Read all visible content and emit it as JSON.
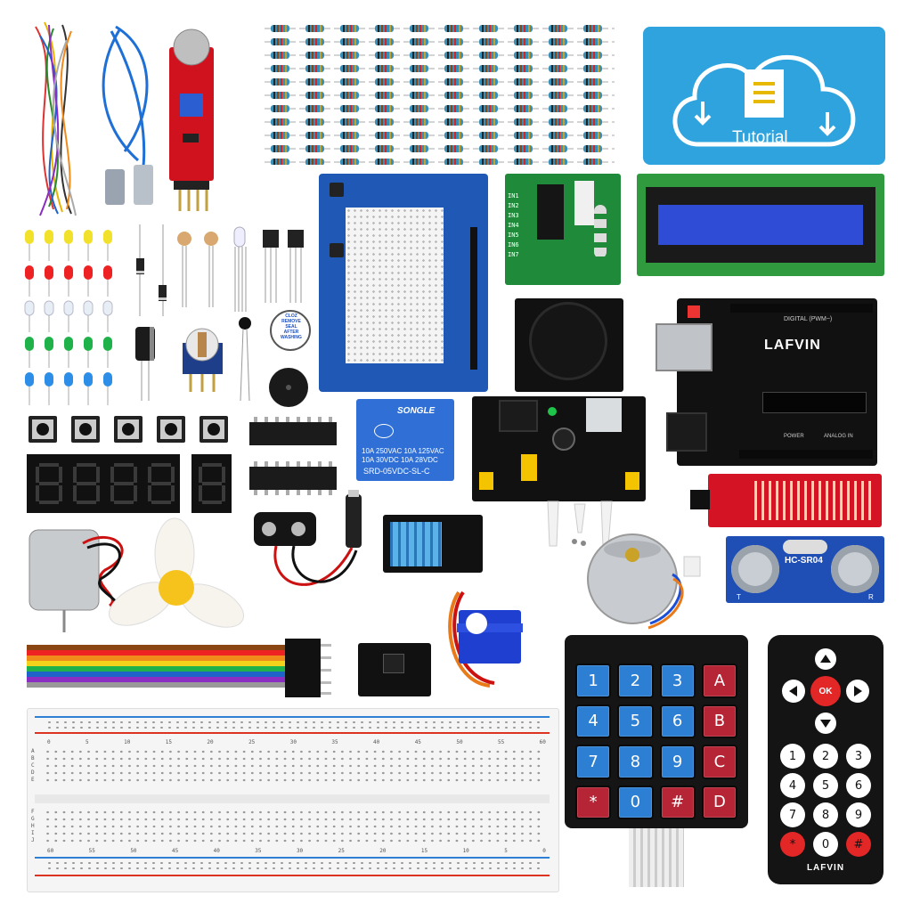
{
  "tutorial": {
    "label": "Tutorial"
  },
  "arduino": {
    "brand": "LAFVIN",
    "digital_label": "DIGITAL (PWM~)",
    "power_label": "POWER",
    "analog_label": "ANALOG IN"
  },
  "relay": {
    "brand": "SONGLE",
    "line1": "10A 250VAC  10A 125VAC",
    "line2": "10A 30VDC  10A 28VDC",
    "model": "SRD-05VDC-SL-C"
  },
  "ultrasonic": {
    "model": "HC-SR04",
    "pin_t": "T",
    "pin_r": "R"
  },
  "buzzer_sticker": {
    "line1": "CLOZ",
    "line2": "REMOVE",
    "line3": "SEAL",
    "line4": "AFTER",
    "line5": "WASHING"
  },
  "stepper_driver": {
    "pins": [
      "IN1",
      "IN2",
      "IN3",
      "IN4",
      "IN5",
      "IN6",
      "IN7"
    ]
  },
  "keypad": {
    "keys": [
      "1",
      "2",
      "3",
      "A",
      "4",
      "5",
      "6",
      "B",
      "7",
      "8",
      "9",
      "C",
      "*",
      "0",
      "#",
      "D"
    ]
  },
  "remote": {
    "ok": "OK",
    "keys": [
      "1",
      "2",
      "3",
      "4",
      "5",
      "6",
      "7",
      "8",
      "9",
      "*",
      "0",
      "#"
    ],
    "brand": "LAFVIN"
  },
  "breadboard": {
    "top_numbers": [
      "0",
      "5",
      "10",
      "15",
      "20",
      "25",
      "30",
      "35",
      "40",
      "45",
      "50",
      "55",
      "60"
    ],
    "bottom_numbers": [
      "60",
      "55",
      "50",
      "45",
      "40",
      "35",
      "30",
      "25",
      "20",
      "15",
      "10",
      "5",
      "0"
    ],
    "rows_top": [
      "A",
      "B",
      "C",
      "D",
      "E"
    ],
    "rows_bottom": [
      "F",
      "G",
      "H",
      "I",
      "J"
    ]
  },
  "colors": {
    "tutorial_bg": "#2ea3de",
    "board_blue": "#1f58b5",
    "arduino_black": "#111111",
    "keypad_blue": "#2d7fd3",
    "keypad_red": "#b52535",
    "remote_red": "#e32626"
  }
}
